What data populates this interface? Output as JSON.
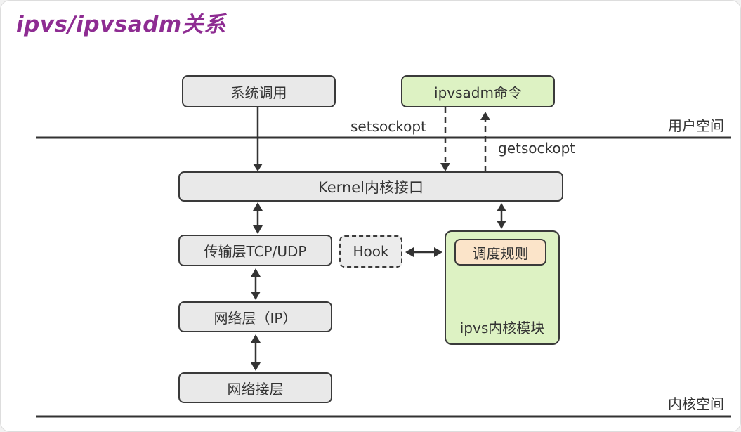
{
  "title": "ipvs/ipvsadm关系",
  "colors": {
    "title": "#8e2c92",
    "border": "#3a3a3a",
    "line": "#333333",
    "text": "#333333",
    "box_gray": "#e9e9e9",
    "box_green": "#ddf2c3",
    "box_orange": "#fbe4c9"
  },
  "boxes": {
    "system_call": "系统调用",
    "ipvsadm_cmd": "ipvsadm命令",
    "kernel_interface": "Kernel内核接口",
    "transport_layer": "传输层TCP/UDP",
    "hook": "Hook",
    "schedule_rules": "调度规则",
    "ipvs_module": "ipvs内核模块",
    "network_layer": "网络层（IP）",
    "network_interface_layer": "网络接层"
  },
  "labels": {
    "setsockopt": "setsockopt",
    "getsockopt": "getsockopt",
    "user_space": "用户空间",
    "kernel_space": "内核空间"
  }
}
